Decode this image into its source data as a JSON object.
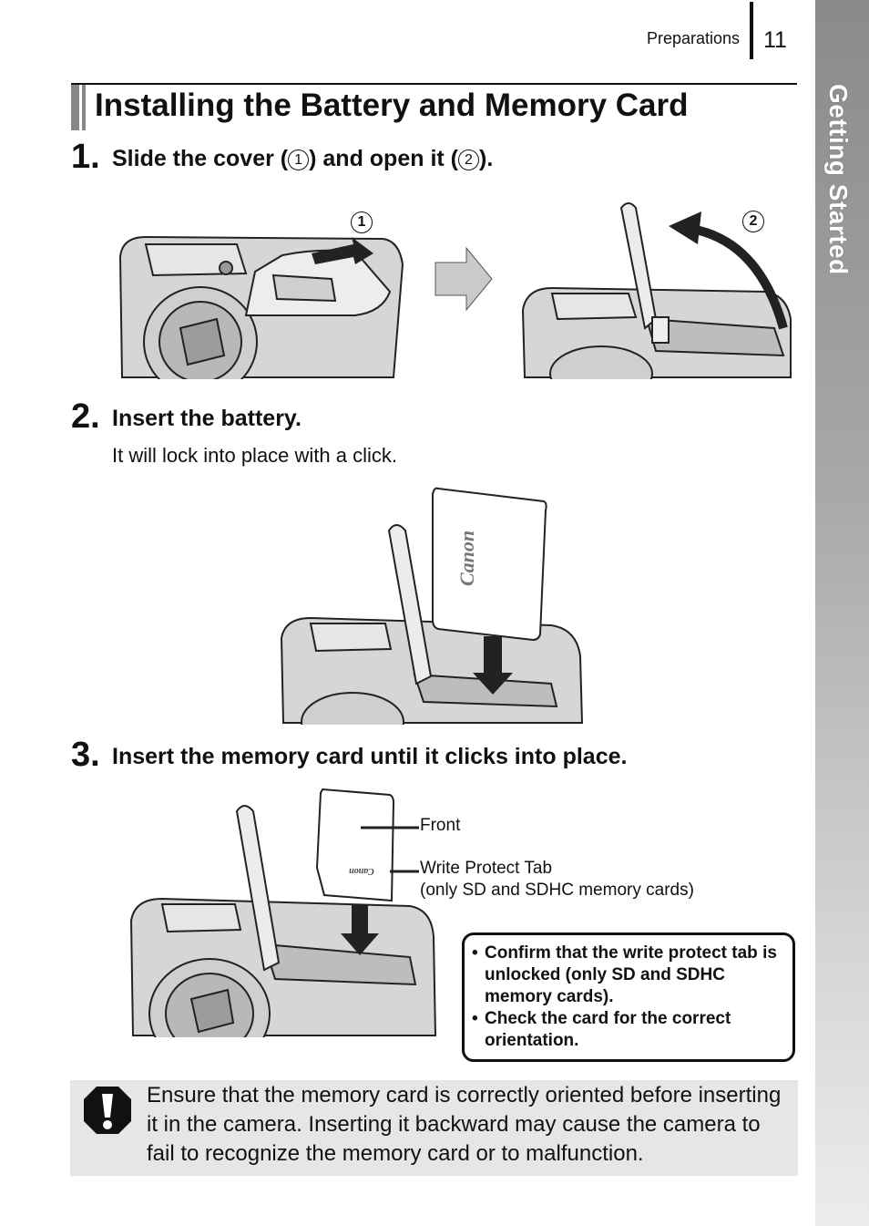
{
  "header": {
    "section": "Preparations",
    "page_number": "11"
  },
  "side_tab": {
    "label": "Getting Started"
  },
  "title": "Installing the Battery and Memory Card",
  "steps": [
    {
      "number": "1.",
      "text_a": "Slide the cover (",
      "marker_a": "1",
      "text_b": ") and open it (",
      "marker_b": "2",
      "text_c": ")."
    },
    {
      "number": "2.",
      "text": "Insert the battery.",
      "sub": "It will lock into place with a click."
    },
    {
      "number": "3.",
      "text": "Insert the memory card until it clicks into place."
    }
  ],
  "figure1": {
    "marker_1": "1",
    "marker_2": "2"
  },
  "figure2": {
    "battery_brand": "Canon"
  },
  "figure3": {
    "card_brand": "Canon",
    "label_front": "Front",
    "label_write_protect": "Write Protect Tab",
    "label_write_protect_note": "(only SD and SDHC memory cards)"
  },
  "callout": {
    "bullet": "•",
    "items": [
      "Confirm that the write protect tab is unlocked (only SD and SDHC memory cards).",
      "Check the card for the correct orientation."
    ]
  },
  "caution": {
    "icon": "caution-icon",
    "text": "Ensure that the memory card is correctly oriented before inserting it in the camera. Inserting it backward may cause the camera to fail to recognize the memory card or to malfunction."
  }
}
